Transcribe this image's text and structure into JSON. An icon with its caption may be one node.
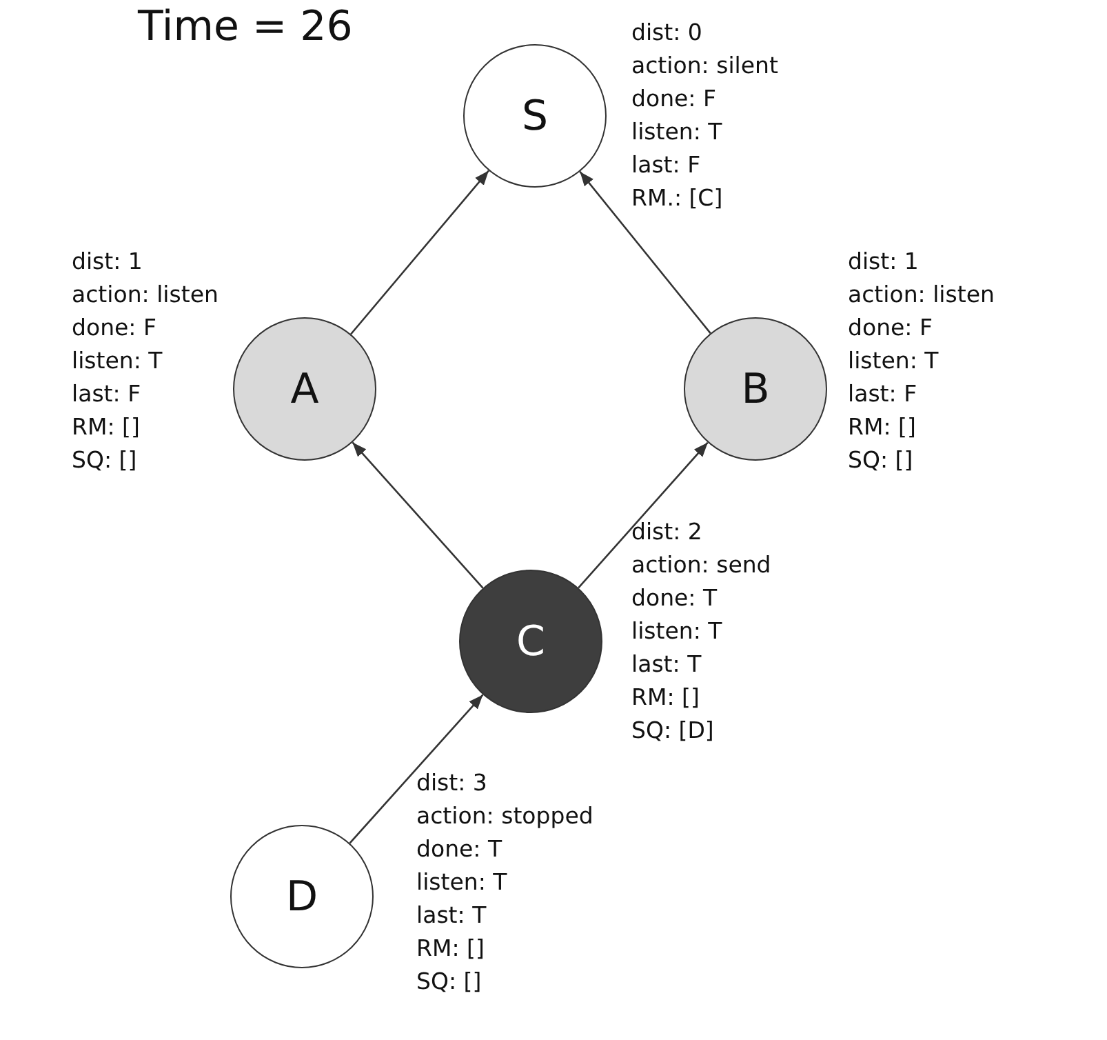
{
  "diagram": {
    "title": "Time = 26",
    "nodes": [
      {
        "text": [
          "S"
        ],
        "beside": [
          "dist: 0",
          "action: silent",
          "done: F",
          "listen: T",
          "last: F",
          "RM.: [C]"
        ]
      },
      {
        "text": [
          "A"
        ],
        "beside": [
          "dist: 1",
          "action: listen",
          "done: F",
          "listen: T",
          "last: F",
          "RM: []",
          "SQ: []"
        ]
      },
      {
        "text": [
          "B"
        ],
        "beside": [
          "dist: 1",
          "action: listen",
          "done: F",
          "listen: T",
          "last: F",
          "RM: []",
          "SQ: []"
        ]
      },
      {
        "text": [
          "C"
        ],
        "beside": [
          "dist: 2",
          "action: send",
          "done: T",
          "listen: T",
          "last: T",
          "RM: []",
          "SQ: [D]"
        ]
      },
      {
        "text": [
          "D"
        ],
        "beside": [
          "dist: 3",
          "action: stopped",
          "done: T",
          "listen: T",
          "last: T",
          "RM: []",
          "SQ: []"
        ]
      }
    ],
    "edges": [
      {
        "from": 1,
        "to": 0,
        "arrow": "to"
      },
      {
        "from": 2,
        "to": 0,
        "arrow": "to"
      },
      {
        "from": 3,
        "to": 1,
        "arrow": "to"
      },
      {
        "from": 3,
        "to": 2,
        "arrow": "to"
      },
      {
        "from": 4,
        "to": 3,
        "arrow": "to"
      }
    ]
  }
}
